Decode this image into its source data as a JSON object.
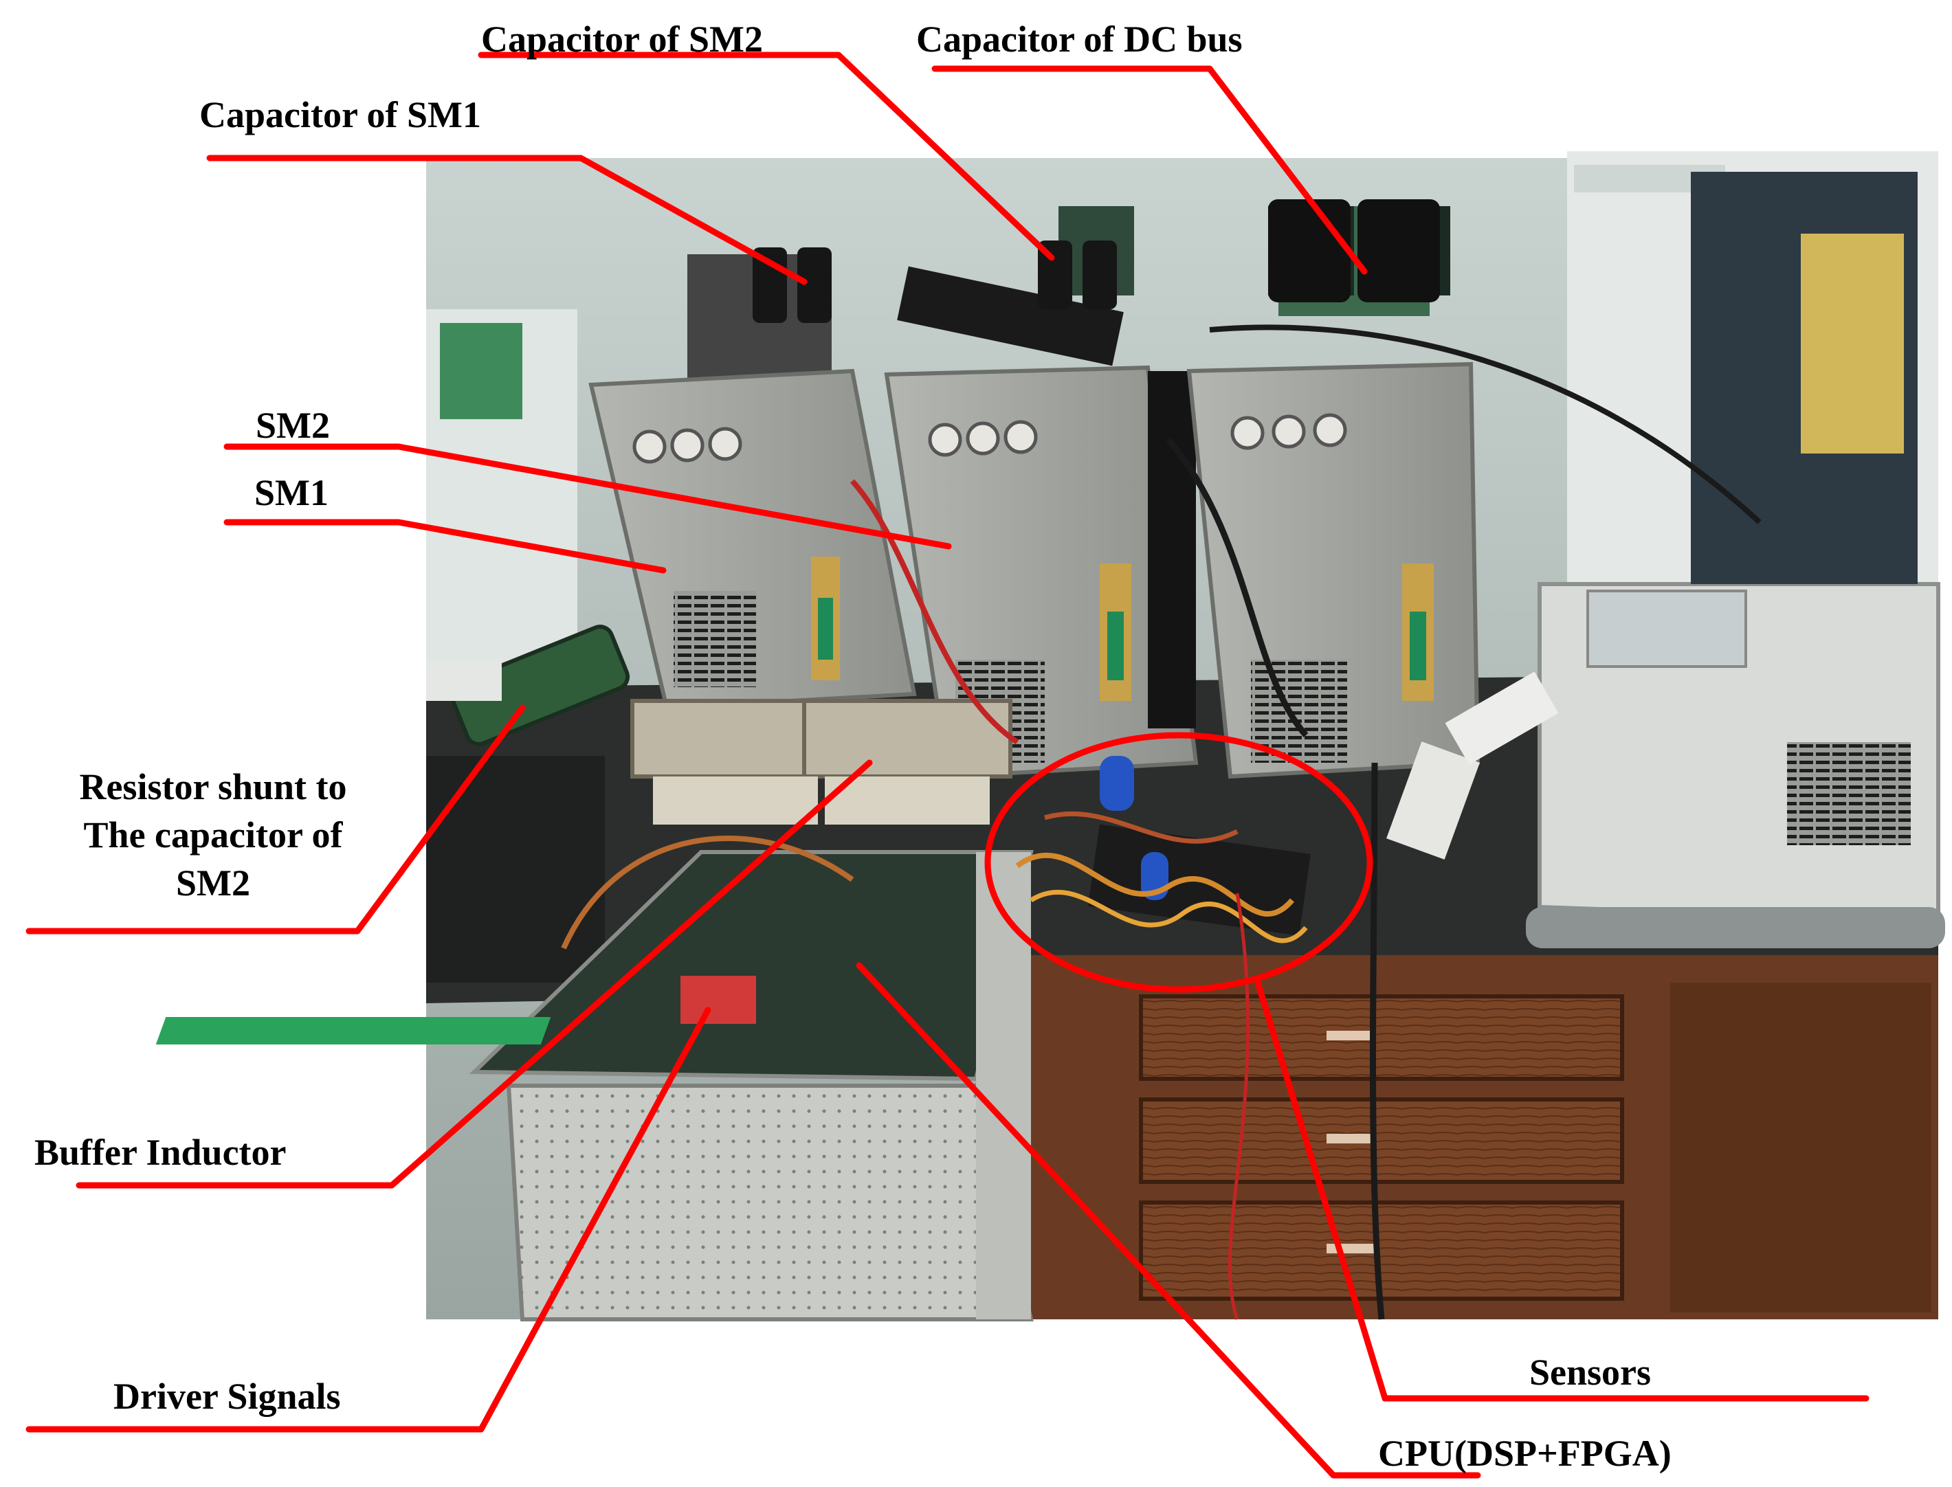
{
  "labels": {
    "cap_sm2": "Capacitor of SM2",
    "cap_dc_bus": "Capacitor of DC bus",
    "cap_sm1": "Capacitor of SM1",
    "sm2": "SM2",
    "sm1": "SM1",
    "resistor": [
      "Resistor shunt to",
      "The capacitor of",
      "SM2"
    ],
    "buffer_inductor": "Buffer Inductor",
    "driver_signals": "Driver Signals",
    "sensors": "Sensors",
    "cpu": "CPU(DSP+FPGA)"
  },
  "colors": {
    "callout": "#ff0000",
    "label_text": "#000000",
    "panel_grey": "#a8aaa6",
    "table_wood": "#6a3b22",
    "bench_dark": "#2b2e2c"
  }
}
